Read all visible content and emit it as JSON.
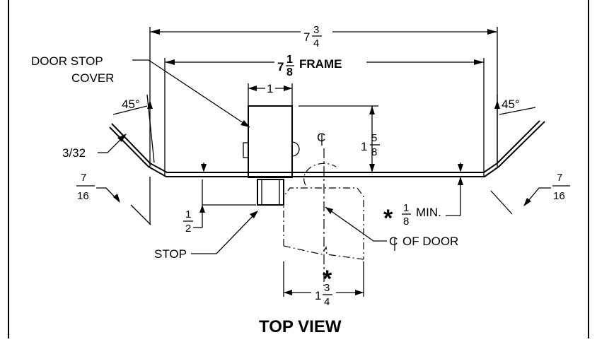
{
  "overall_width": {
    "whole": "7",
    "num": "3",
    "den": "4"
  },
  "frame_width": {
    "whole": "7",
    "num": "1",
    "den": "8",
    "label": "FRAME"
  },
  "door_stop_cover_label": [
    "DOOR STOP",
    "COVER"
  ],
  "cover_width": "1",
  "angle_left": "45°",
  "angle_right": "45°",
  "thickness": "3/32",
  "return_left": {
    "num": "7",
    "den": "16"
  },
  "return_right": {
    "num": "7",
    "den": "16"
  },
  "depth": {
    "whole": "1",
    "num": "5",
    "den": "8"
  },
  "stop_projection": {
    "num": "1",
    "den": "2"
  },
  "stop_label": "STOP",
  "centerline_symbol": "C",
  "door_centerline_label": "OF DOOR",
  "clearance": {
    "star": "*",
    "num": "1",
    "den": "8",
    "label": "MIN."
  },
  "door_thickness": {
    "whole": "1",
    "num": "3",
    "den": "4",
    "star": "*"
  },
  "view_title": "TOP VIEW"
}
